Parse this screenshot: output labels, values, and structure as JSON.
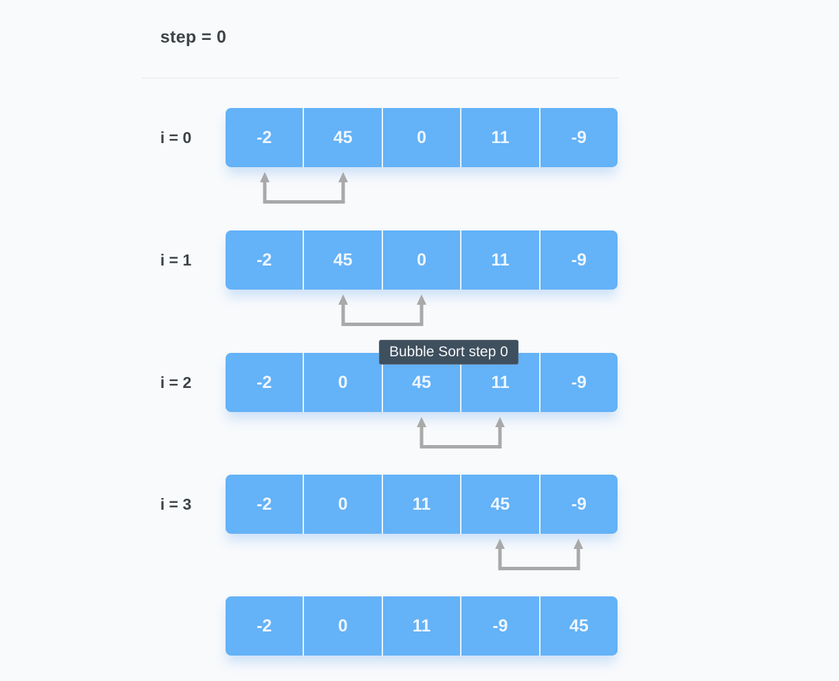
{
  "header": {
    "step_label": "step = 0"
  },
  "tooltip": {
    "text": "Bubble Sort step 0"
  },
  "rows": [
    {
      "label": "i = 0",
      "values": [
        "-2",
        "45",
        "0",
        "11",
        "-9"
      ],
      "compared_indices": [
        0,
        1
      ]
    },
    {
      "label": "i = 1",
      "values": [
        "-2",
        "45",
        "0",
        "11",
        "-9"
      ],
      "compared_indices": [
        1,
        2
      ]
    },
    {
      "label": "i = 2",
      "values": [
        "-2",
        "0",
        "45",
        "11",
        "-9"
      ],
      "compared_indices": [
        2,
        3
      ]
    },
    {
      "label": "i = 3",
      "values": [
        "-2",
        "0",
        "11",
        "45",
        "-9"
      ],
      "compared_indices": [
        3,
        4
      ]
    },
    {
      "label": "",
      "values": [
        "-2",
        "0",
        "11",
        "-9",
        "45"
      ],
      "compared_indices": null
    }
  ],
  "colors": {
    "background": "#f8fafc",
    "cell_blue": "#64b2f7",
    "cell_text": "#eef6ff",
    "arrow_gray": "#a9a9a9",
    "tooltip_bg": "#3e4f5e",
    "label_text": "#3e4347"
  }
}
